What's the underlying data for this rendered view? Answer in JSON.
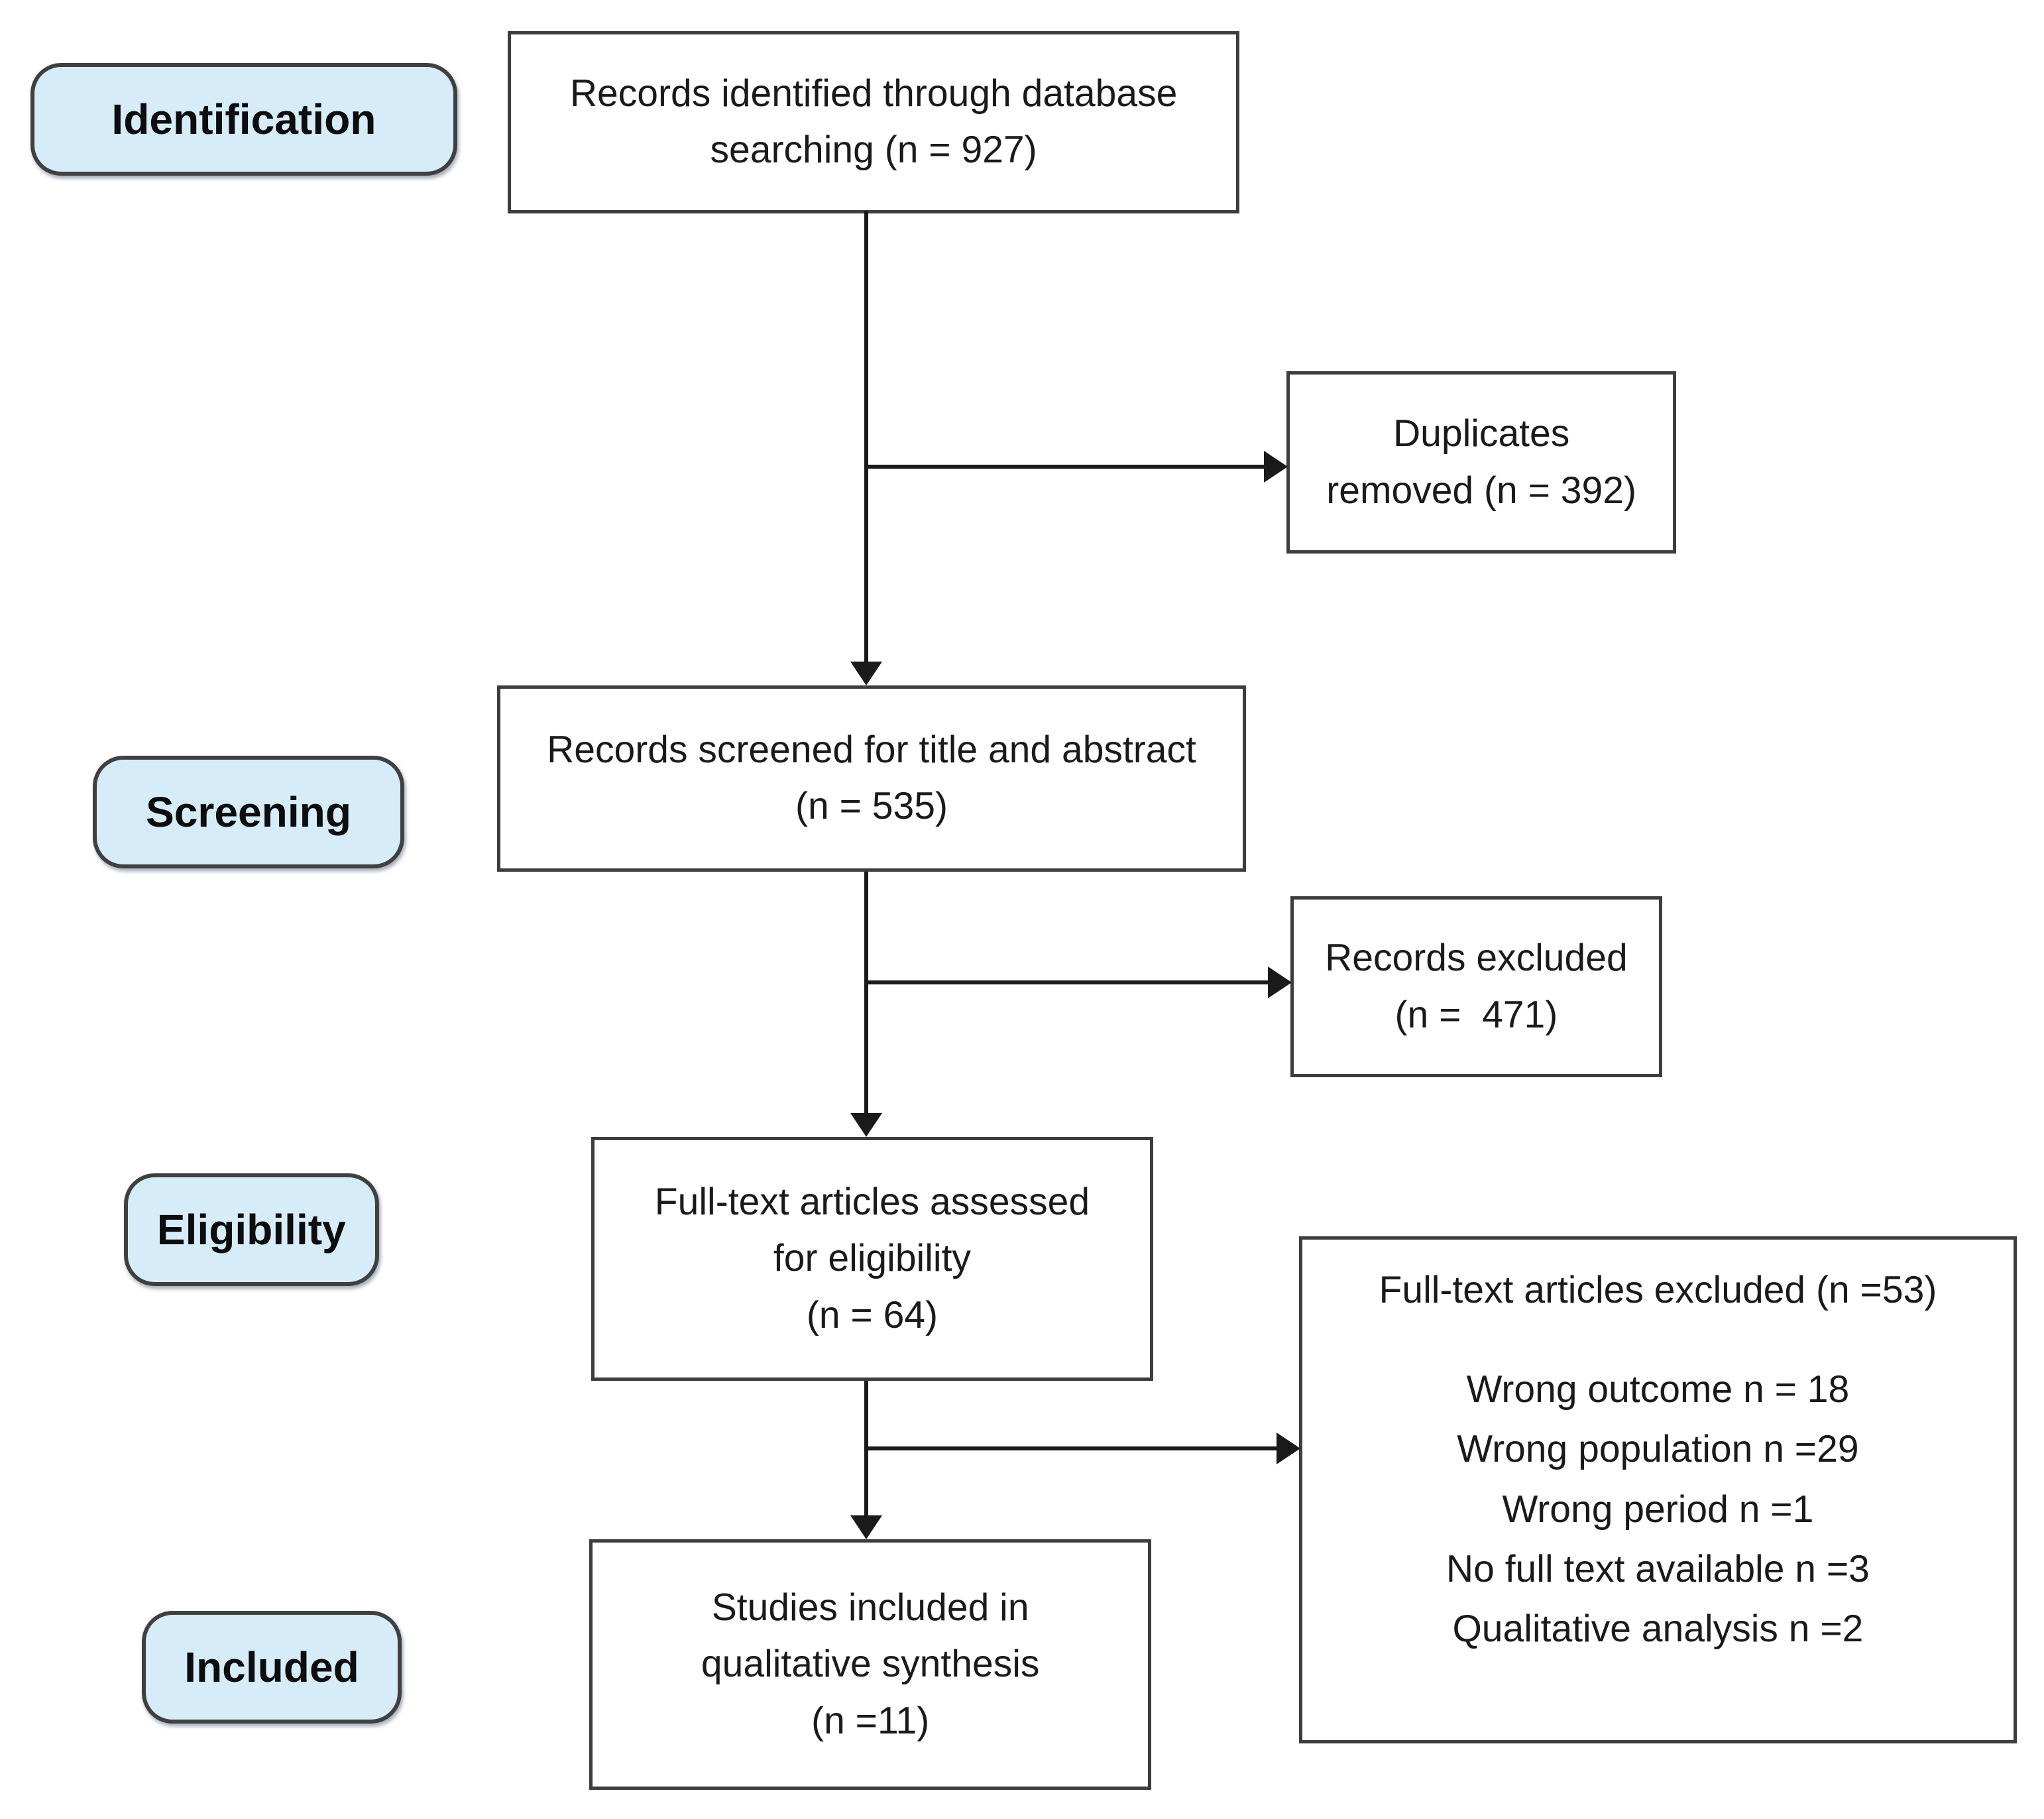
{
  "diagram": {
    "kind": "prisma-study-selection-flowchart",
    "colors": {
      "background": "#ffffff",
      "stage_fill": "#d7ecf9",
      "stage_border": "#404040",
      "box_border": "#3d3d3d",
      "connector": "#1a1a1a",
      "text": "#1a1a1a"
    }
  },
  "stages": [
    {
      "label": "Identification"
    },
    {
      "label": "Screening"
    },
    {
      "label": "Eligibility"
    },
    {
      "label": "Included"
    }
  ],
  "flow": {
    "identified": {
      "lines": [
        "Records identified through database",
        "searching (n = 927)"
      ]
    },
    "screened": {
      "lines": [
        "Records screened for title and abstract",
        "(n = 535)"
      ]
    },
    "fulltext_assessed": {
      "lines": [
        "Full-text articles assessed",
        "for eligibility",
        "(n = 64)"
      ]
    },
    "studies_included": {
      "lines": [
        "Studies included in",
        "qualitative synthesis",
        "(n =11)"
      ]
    }
  },
  "exclusions": {
    "duplicates": {
      "lines": [
        "Duplicates",
        "removed (n = 392)"
      ]
    },
    "records_excluded": {
      "lines": [
        "Records excluded",
        "(n =  471)"
      ]
    },
    "fulltext_excluded": {
      "title": "Full-text articles excluded (n =53)",
      "reasons": [
        "Wrong outcome n = 18",
        "Wrong population n =29",
        "Wrong period n =1",
        "No full text available n =3",
        "Qualitative analysis n =2"
      ]
    }
  }
}
